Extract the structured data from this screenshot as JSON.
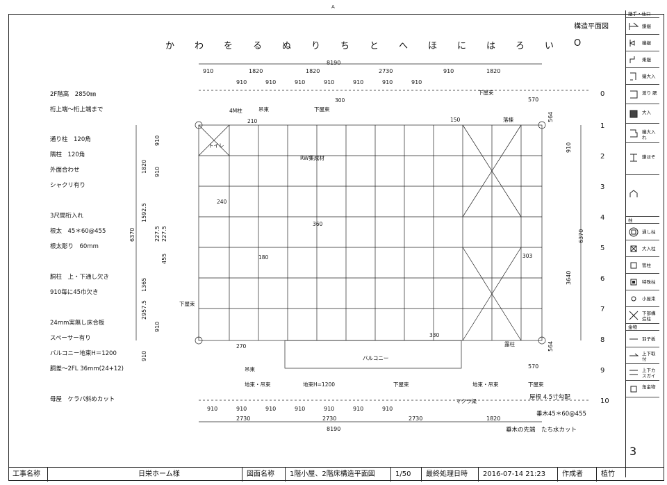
{
  "sheet_title": "構造平面図",
  "columns": [
    "か",
    "わ",
    "を",
    "る",
    "ぬ",
    "り",
    "ち",
    "と",
    "へ",
    "ほ",
    "に",
    "は",
    "ろ",
    "い",
    "O"
  ],
  "rows": [
    "0",
    "1",
    "2",
    "3",
    "4",
    "5",
    "6",
    "7",
    "8",
    "9",
    "10"
  ],
  "notes": [
    "2F階高　2850㎜",
    "桁上端～桁上端まで",
    "通り柱　120角",
    "隅柱　120角",
    "外面合わせ",
    "シャクリ有り",
    "3尺間桁入れ",
    "根太　45＊60@455",
    "根太彫り　60mm",
    "胴柱　上・下通し欠き",
    "910毎に45巾欠き",
    "24mm実無し床合板",
    "スペーサー有り",
    "バルコニー地束H＝1200",
    "胴差～2FL 36mm(24+12)",
    "母屋　ケラバ斜めカット"
  ],
  "top_dims": {
    "total": "8190",
    "row1": [
      "910",
      "1820",
      "1820",
      "2730",
      "910",
      "1820"
    ],
    "row2": [
      "910",
      "910",
      "910",
      "910",
      "910",
      "910",
      "910"
    ]
  },
  "bottom_dims": {
    "row1": [
      "910",
      "910",
      "910",
      "910",
      "910",
      "910",
      "910"
    ],
    "row2": [
      "2730",
      "2730",
      "2730",
      "1820"
    ],
    "total": "8190"
  },
  "left_dims": [
    "910",
    "1820",
    "910",
    "1592.5",
    "227.5",
    "227.5",
    "455",
    "1365",
    "2957.5",
    "910",
    "910",
    "6370"
  ],
  "right_dims": [
    "564",
    "910",
    "6370",
    "3640",
    "564",
    "570",
    "570"
  ],
  "plan_labels": [
    "下屋束",
    "吊束",
    "4M柱",
    "下屋束",
    "トイレ",
    "210",
    "300",
    "150",
    "180",
    "240",
    "360",
    "RW集成材",
    "バルコニー",
    "330",
    "270",
    "下屋束",
    "吊束",
    "地束・吊束",
    "地束H=1200",
    "下屋束",
    "地束・吊束",
    "マクラ梁",
    "下屋束",
    "落棟",
    "303",
    "露柱"
  ],
  "roof_notes": [
    "屋根 4.5寸勾配",
    "垂木45＊60@455",
    "垂木の先端　たち水カット"
  ],
  "legend": {
    "header": "継手・仕口",
    "items": [
      "鎌継",
      "蟻継",
      "乗継",
      "蟻大入",
      "渡り 腮",
      "大入",
      "蟻大入れ",
      "鎌ほぞ",
      "通し柱",
      "大入柱",
      "管柱",
      "特殊柱",
      "小屋束",
      "下部構造柱"
    ],
    "section_col": "柱",
    "section_metal": "金物",
    "metal_items": [
      "羽子板",
      "上下取付",
      "上下カスガイ",
      "角金物"
    ]
  },
  "title_block": {
    "project_label": "工事名称",
    "project_value": "日栄ホーム様",
    "drawing_label": "図面名称",
    "drawing_value": "1階小屋、2階床構造平面図",
    "scale": "1/50",
    "date_label": "最終処理日時",
    "date_value": "2016-07-14 21:23",
    "author_label": "作成者",
    "author_value": "植竹"
  },
  "page_number": "3",
  "top_mark": "A"
}
